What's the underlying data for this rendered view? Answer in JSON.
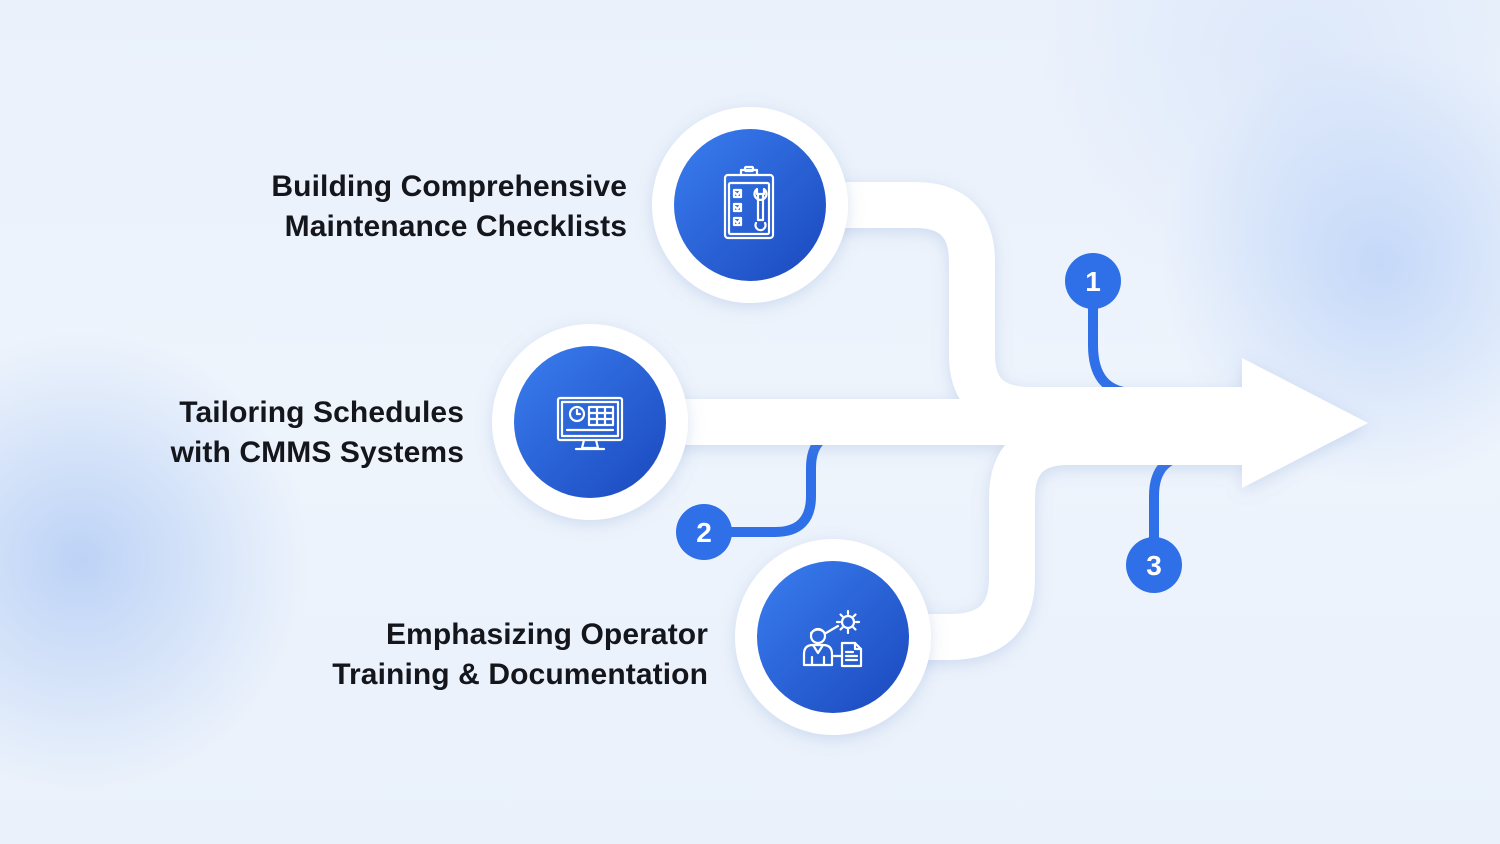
{
  "steps": [
    {
      "number": "1",
      "title_line1": "Building Comprehensive",
      "title_line2": "Maintenance Checklists",
      "icon": "clipboard-wrench-icon"
    },
    {
      "number": "2",
      "title_line1": "Tailoring Schedules",
      "title_line2": "with CMMS Systems",
      "icon": "monitor-schedule-icon"
    },
    {
      "number": "3",
      "title_line1": "Emphasizing Operator",
      "title_line2": "Training & Documentation",
      "icon": "operator-gear-document-icon"
    }
  ],
  "colors": {
    "accent": "#2f6fe8",
    "circle_dark": "#1d4fc4",
    "path": "#ffffff",
    "text": "#14161c",
    "background": "#eef4fc"
  }
}
